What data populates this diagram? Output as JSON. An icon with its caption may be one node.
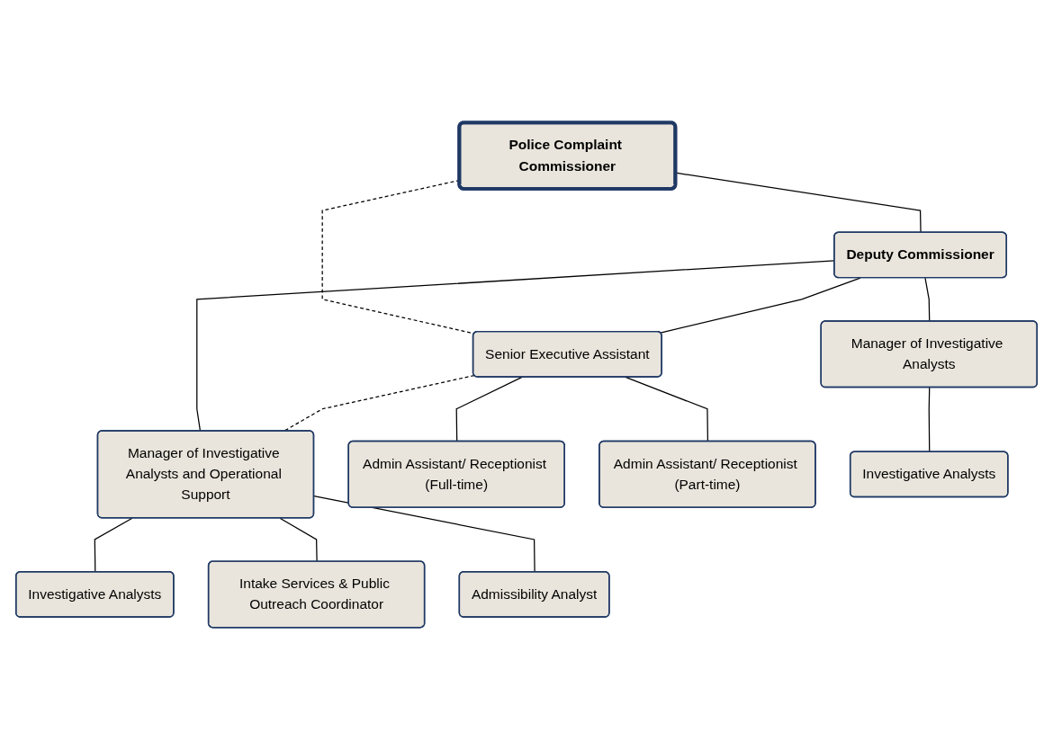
{
  "diagram": {
    "nodes": [
      {
        "text": [
          "Police Complaint Commissioner"
        ]
      },
      {
        "text": [
          "Deputy Commissioner"
        ]
      },
      {
        "text": [
          "Senior Executive Assistant"
        ]
      },
      {
        "text": [
          "Manager of Investigative Analysts and Operational Support"
        ]
      },
      {
        "text": [
          "Manager of Investigative Analysts"
        ]
      },
      {
        "text": [
          "Admin Assistant/ Receptionist (Full-time)"
        ]
      },
      {
        "text": [
          "Admin Assistant/ Receptionist (Part-time)"
        ]
      },
      {
        "text": [
          "Investigative Analysts"
        ]
      },
      {
        "text": [
          "Intake Services & Public Outreach Coordinator"
        ]
      },
      {
        "text": [
          "Admissibility Analyst"
        ]
      },
      {
        "text": [
          "Investigative Analysts"
        ]
      }
    ],
    "edges": [
      {
        "from": 0,
        "to": 1,
        "arrow": "none"
      },
      {
        "from": 0,
        "to": 2,
        "arrow": "none",
        "style": "dashed"
      },
      {
        "from": 1,
        "to": 2,
        "arrow": "none"
      },
      {
        "from": 1,
        "to": 3,
        "arrow": "none"
      },
      {
        "from": 1,
        "to": 4,
        "arrow": "none"
      },
      {
        "from": 2,
        "to": 3,
        "arrow": "none",
        "style": "dashed"
      },
      {
        "from": 2,
        "to": 5,
        "arrow": "none"
      },
      {
        "from": 2,
        "to": 6,
        "arrow": "none"
      },
      {
        "from": 3,
        "to": 7,
        "arrow": "none"
      },
      {
        "from": 3,
        "to": 8,
        "arrow": "none"
      },
      {
        "from": 3,
        "to": 9,
        "arrow": "none"
      },
      {
        "from": 4,
        "to": 10,
        "arrow": "none"
      }
    ]
  }
}
